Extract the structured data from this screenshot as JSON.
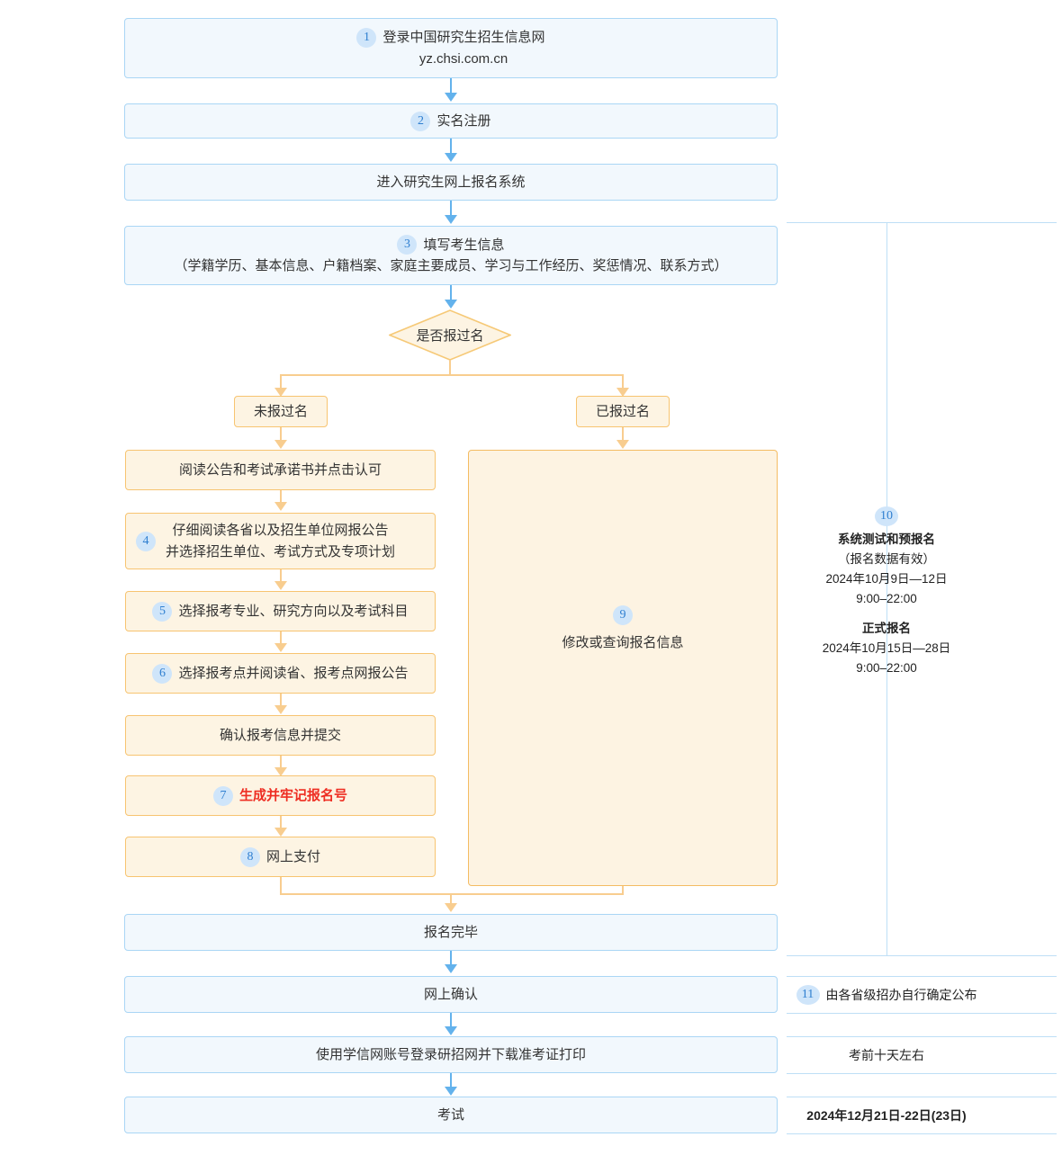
{
  "flow": {
    "nodes": [
      {
        "id": "login",
        "number": "1",
        "line1": "登录中国研究生招生信息网",
        "line2": "yz.chsi.com.cn",
        "style": "blue"
      },
      {
        "id": "realname",
        "number": "2",
        "line1": "实名注册",
        "style": "blue"
      },
      {
        "id": "enter-system",
        "number": "",
        "line1": "进入研究生网上报名系统",
        "style": "blue"
      },
      {
        "id": "fill-info",
        "number": "3",
        "line1": "填写考生信息",
        "line2": "（学籍学历、基本信息、户籍档案、家庭主要成员、学习与工作经历、奖惩情况、联系方式）",
        "style": "blue"
      }
    ],
    "decision": {
      "label": "是否报过名"
    },
    "branches": {
      "left_label": "未报过名",
      "right_label": "已报过名"
    },
    "left_steps": [
      {
        "number": "",
        "line1": "阅读公告和考试承诺书并点击认可"
      },
      {
        "number": "4",
        "line1": "仔细阅读各省以及招生单位网报公告",
        "line2": "并选择招生单位、考试方式及专项计划"
      },
      {
        "number": "5",
        "line1": "选择报考专业、研究方向以及考试科目"
      },
      {
        "number": "6",
        "line1": "选择报考点并阅读省、报考点网报公告"
      },
      {
        "number": "",
        "line1": "确认报考信息并提交"
      },
      {
        "number": "7",
        "line1": "生成并牢记报名号",
        "highlight": true
      },
      {
        "number": "8",
        "line1": "网上支付"
      }
    ],
    "right_step": {
      "number": "9",
      "line1": "修改或查询报名信息"
    },
    "bottom_steps": [
      {
        "id": "finish",
        "line1": "报名完毕"
      },
      {
        "id": "online-confirm",
        "line1": "网上确认"
      },
      {
        "id": "download-ticket",
        "line1": "使用学信网账号登录研招网并下载准考证打印"
      },
      {
        "id": "exam",
        "line1": "考试"
      }
    ]
  },
  "timeline": {
    "registration": {
      "number": "10",
      "title": "系统测试和预报名",
      "subtitle": "（报名数据有效）",
      "date1": "2024年10月9日—12日",
      "time1": "9:00–22:00",
      "title2": "正式报名",
      "date2": "2024年10月15日—28日",
      "time2": "9:00–22:00"
    },
    "rows": [
      {
        "id": "confirm-row",
        "number": "11",
        "text": "由各省级招办自行确定公布",
        "bold": false
      },
      {
        "id": "ticket-row",
        "number": "",
        "text": "考前十天左右",
        "bold": false
      },
      {
        "id": "exam-row",
        "number": "",
        "text": "2024年12月21日-22日(23日)",
        "bold": true
      }
    ]
  },
  "colors": {
    "blue_fill": "#f2f8fd",
    "blue_border": "#aad6f5",
    "blue_arrow": "#63b2ec",
    "orange_fill": "#fdf4e3",
    "orange_border": "#f7c471",
    "orange_arrow": "#f8cd8f",
    "badge_bg": "#cfe5fa",
    "badge_text": "#2f7fd0",
    "highlight_red": "#ee2d22",
    "rule": "#bedff6"
  }
}
